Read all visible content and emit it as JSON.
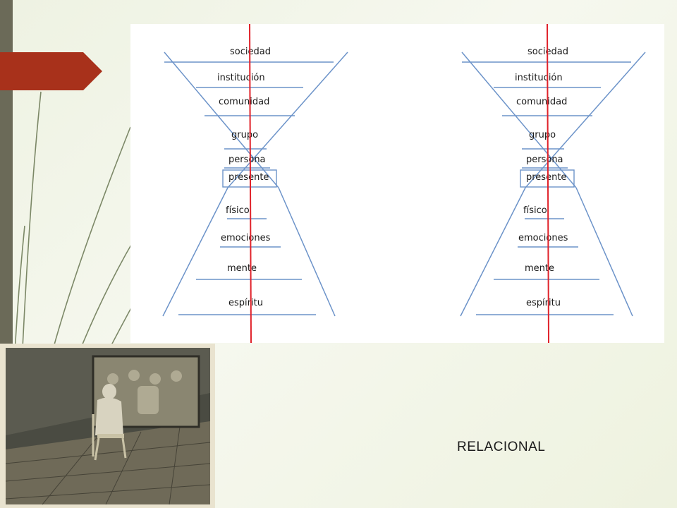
{
  "colors": {
    "accent_tab": "#a8311b",
    "sidebar_bar": "#6b6a58",
    "hourglass_lines": "#6c93c9",
    "center_axis": "#e0222a"
  },
  "diagram_left": {
    "labels": [
      "sociedad",
      "institución",
      "comunidad",
      "grupo",
      "persona",
      "presente",
      "físico",
      "emociones",
      "mente",
      "espíritu"
    ],
    "highlight": "presente"
  },
  "diagram_right": {
    "labels": [
      "sociedad",
      "institución",
      "comunidad",
      "grupo",
      "persona",
      "presente",
      "físico",
      "emociones",
      "mente",
      "espíritu"
    ],
    "highlight": "presente"
  },
  "caption": "RELACIONAL"
}
